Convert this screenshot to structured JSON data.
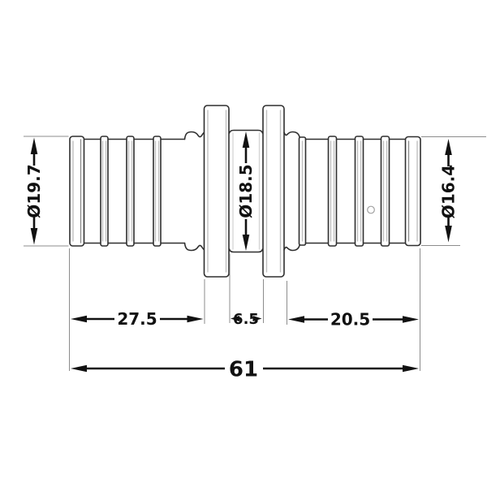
{
  "drawing": {
    "labels": {
      "dia_left": "Ø19.7",
      "dia_center": "Ø18.5",
      "dia_right": "Ø16.4",
      "len_left": "27.5",
      "len_center": "6.5",
      "len_right": "20.5",
      "len_total": "61"
    },
    "colors": {
      "background": "#ffffff",
      "body_outline": "#2f2f2f",
      "dimension_line": "#111111",
      "extension_line": "#8c8c8c",
      "shading_line": "#bdbdbd"
    }
  }
}
